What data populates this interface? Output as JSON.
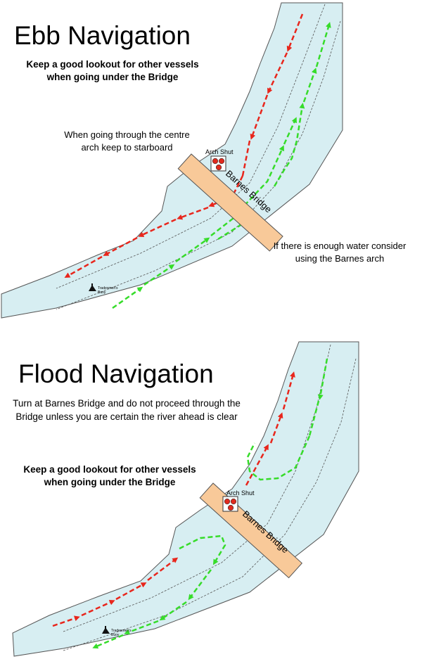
{
  "ebb": {
    "title": "Ebb Navigation",
    "lookout_line1": "Keep a good lookout for other vessels",
    "lookout_line2": "when going under the Bridge",
    "centre_arch_line1": "When going through the centre",
    "centre_arch_line2": "arch keep to starboard",
    "barnes_arch_line1": "If there is enough water consider",
    "barnes_arch_line2": "using the Barnes arch",
    "arch_shut": "Arch Shut",
    "bridge_label": "Barnes Bridge",
    "buoy_line1": "Tradesmen's",
    "buoy_line2": "Buoy"
  },
  "flood": {
    "title": "Flood Navigation",
    "turn_line1": "Turn at Barnes Bridge and do not proceed through the",
    "turn_line2": "Bridge unless you are certain the river ahead is clear",
    "lookout_line1": "Keep a good lookout for other vessels",
    "lookout_line2": "when going under the Bridge",
    "arch_shut": "Arch Shut",
    "bridge_label": "Barnes Bridge",
    "buoy_line1": "Tradesmen's",
    "buoy_line2": "Buoy"
  },
  "colors": {
    "river": "#d7eef2",
    "bridge": "#f8c999",
    "red_route": "#e8261c",
    "green_route": "#36dc2a",
    "signal": "#e02a1e"
  }
}
